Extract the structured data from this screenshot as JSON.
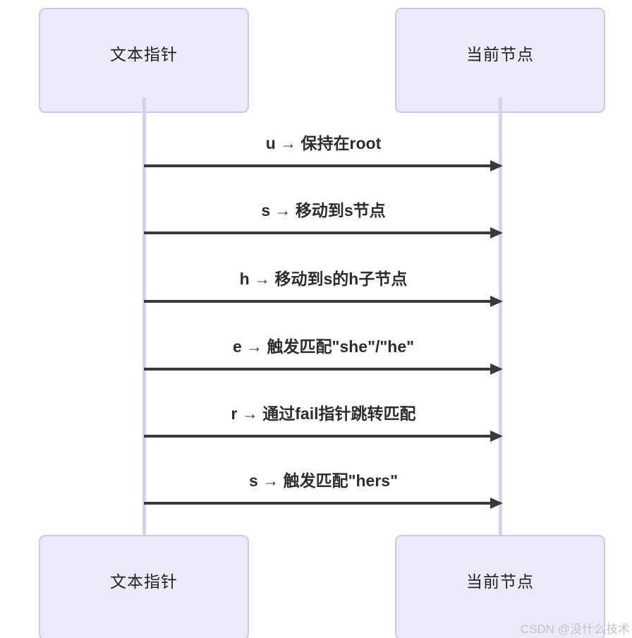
{
  "diagram": {
    "type": "sequence-diagram",
    "topic": "Aho-Corasick automaton matching steps",
    "actors": {
      "left": {
        "label": "文本指针"
      },
      "right": {
        "label": "当前节点"
      }
    },
    "messages": [
      {
        "from": "文本指针",
        "to": "当前节点",
        "label": "u → 保持在root"
      },
      {
        "from": "文本指针",
        "to": "当前节点",
        "label": "s → 移动到s节点"
      },
      {
        "from": "文本指针",
        "to": "当前节点",
        "label": "h → 移动到s的h子节点"
      },
      {
        "from": "文本指针",
        "to": "当前节点",
        "label": "e → 触发匹配\"she\"/\"he\""
      },
      {
        "from": "文本指针",
        "to": "当前节点",
        "label": "r → 通过fail指针跳转匹配"
      },
      {
        "from": "文本指针",
        "to": "当前节点",
        "label": "s → 触发匹配\"hers\""
      }
    ],
    "watermark": "CSDN @没什么技术",
    "colors": {
      "actor_fill": "#ECEAF8",
      "actor_border": "#CFC6EC",
      "lifeline": "#D9D0F0",
      "arrow": "#3A3A3A",
      "message_text": "#2D2D2D",
      "actor_text": "#222222",
      "watermark_text": "#C6C2CD",
      "background": "#FFFFFF"
    }
  }
}
